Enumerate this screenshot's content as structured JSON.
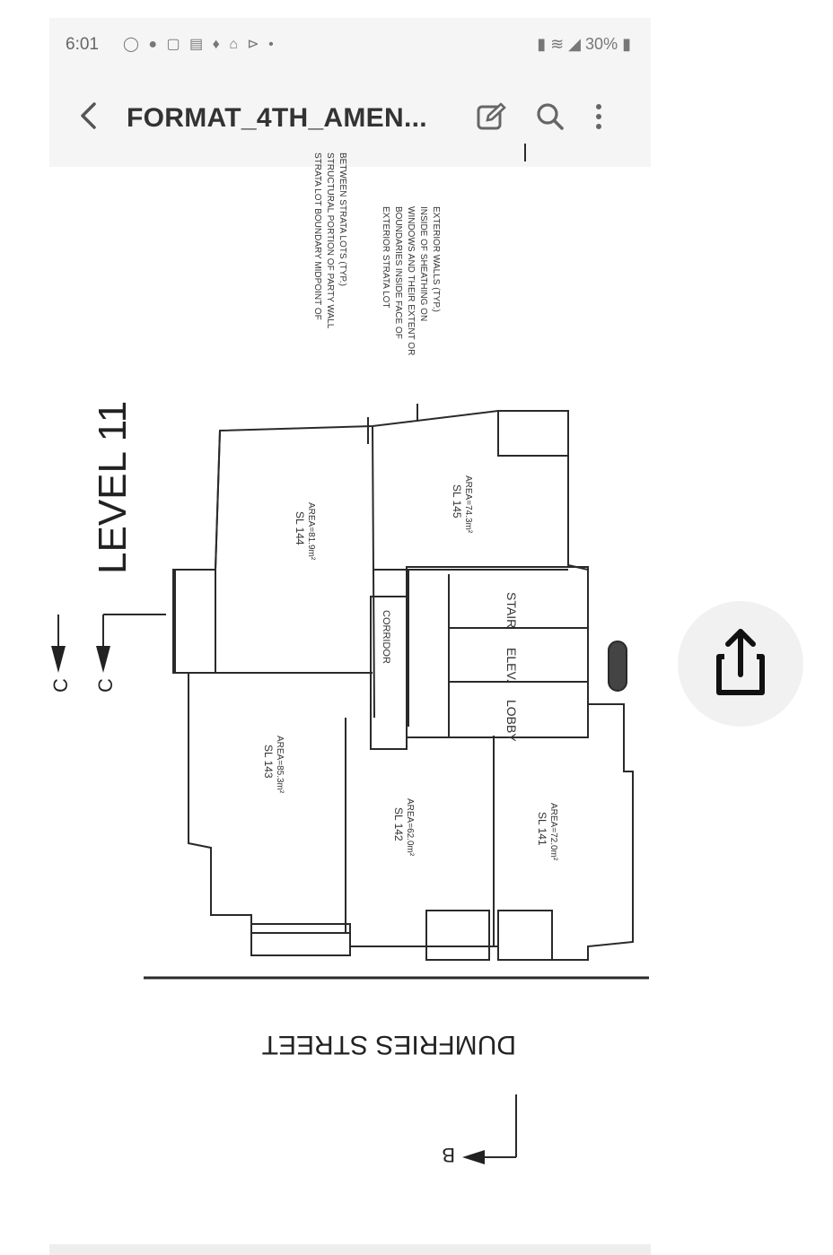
{
  "status_bar": {
    "time": "6:01",
    "battery": "30%"
  },
  "app_bar": {
    "title": "FORMAT_4TH_AMEN..."
  },
  "plan": {
    "level_label": "LEVEL 11",
    "street_label": "DUMFRIES STREET",
    "section_c_1": "C",
    "section_c_2": "C",
    "section_b": "B",
    "note_1_lines": [
      "STRATA LOT BOUNDARY MIDPOINT OF",
      "STRUCTURAL PORTION OF PARTY WALL",
      "BETWEEN STRATA LOTS (TYP.)"
    ],
    "note_2_lines": [
      "EXTERIOR STRATA LOT",
      "BOUNDARIES INSIDE FACE OF",
      "WINDOWS AND THEIR EXTENT OR",
      "INSIDE OF SHEATHING ON",
      "EXTERIOR WALLS (TYP.)"
    ],
    "core_labels": [
      "STAIR",
      "ELEV.",
      "LOBBY"
    ],
    "corridor_label": "CORRIDOR",
    "lots": [
      {
        "id": "SL 144",
        "area": "AREA=81.9m²"
      },
      {
        "id": "SL 145",
        "area": "AREA=74.3m²"
      },
      {
        "id": "SL 143",
        "area": "AREA=85.3m²"
      },
      {
        "id": "SL 142",
        "area": "AREA=62.0m²"
      },
      {
        "id": "SL 141",
        "area": "AREA=72.0m²"
      }
    ]
  },
  "colors": {
    "line": "#2a2a2a",
    "bar_bg": "#f5f5f5"
  }
}
